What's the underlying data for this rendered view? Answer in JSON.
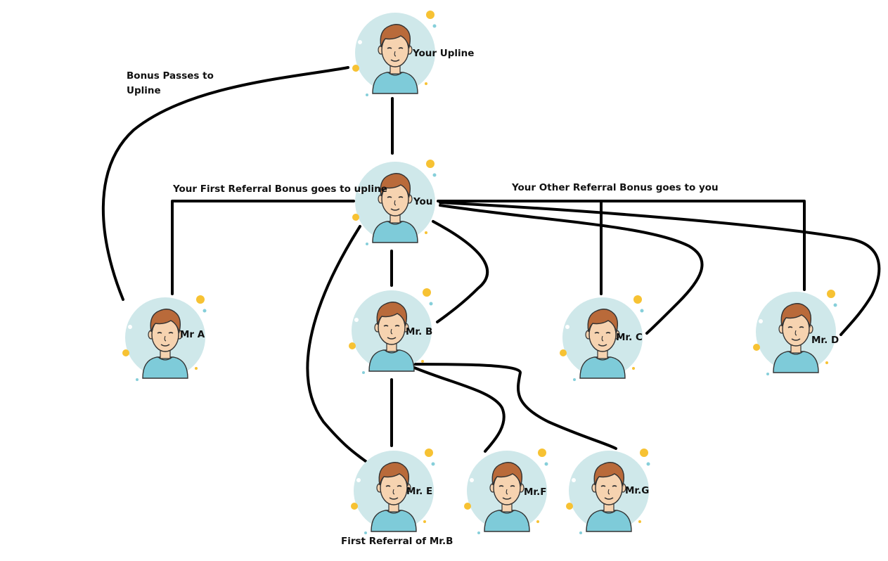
{
  "nodes": {
    "upline": {
      "name": "Your Upline"
    },
    "you": {
      "name": "You"
    },
    "mr_a": {
      "name": "Mr A"
    },
    "mr_b": {
      "name": "Mr. B"
    },
    "mr_c": {
      "name": "Mr. C"
    },
    "mr_d": {
      "name": "Mr. D"
    },
    "mr_e": {
      "name": "Mr. E"
    },
    "mr_f": {
      "name": "Mr.F"
    },
    "mr_g": {
      "name": "Mr.G"
    }
  },
  "labels": {
    "bonus_upline_line1": "Bonus Passes to",
    "bonus_upline_line2": "Upline",
    "first_referral": "Your First Referral Bonus goes to upline",
    "other_referral": "Your Other Referral Bonus goes to you",
    "first_referral_b": "First Referral of Mr.B"
  },
  "colors": {
    "circle_bg": "#cfe8ea",
    "shirt": "#7ecbd9",
    "skin": "#f6d3b0",
    "hair": "#b96a3a",
    "connector": "#000000",
    "dot_yellow": "#f7c233",
    "dot_blue": "#86cfda"
  }
}
